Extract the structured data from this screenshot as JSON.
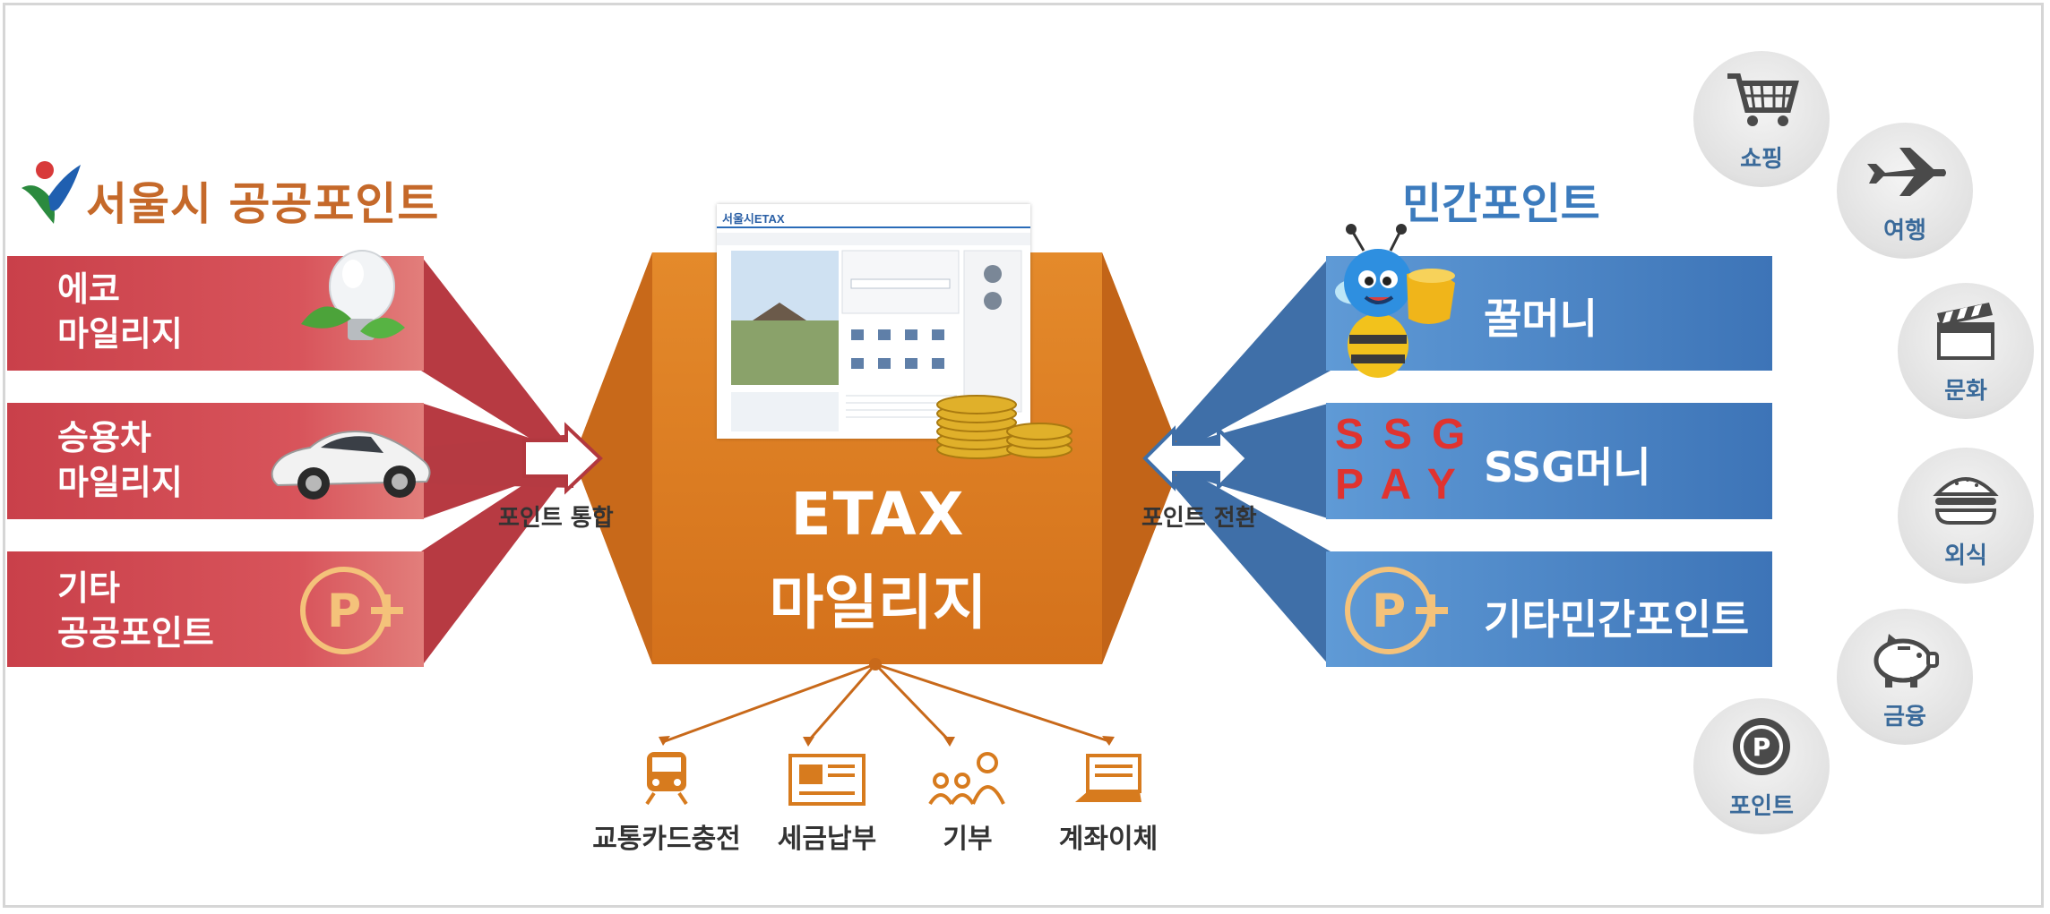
{
  "seoul": {
    "title": "서울시 공공포인트",
    "items": [
      {
        "line1": "에코",
        "line2": "마일리지",
        "icon": "lightbulb-icon"
      },
      {
        "line1": "승용차",
        "line2": "마일리지",
        "icon": "car-icon"
      },
      {
        "line1": "기타",
        "line2": "공공포인트",
        "icon": "point-plus-icon"
      }
    ]
  },
  "center": {
    "line1": "ETAX",
    "line2": "마일리지",
    "integrate_label": "포인트 통합",
    "convert_label": "포인트 전환",
    "screenshot_title": "서울시ETAX"
  },
  "private": {
    "title": "민간포인트",
    "items": [
      {
        "label": "꿀머니",
        "icon": "bee-mascot-icon"
      },
      {
        "label": "SSG머니",
        "logo_line1": "SSG",
        "logo_line2": "PAY"
      },
      {
        "label": "기타민간포인트",
        "icon": "point-plus-icon"
      }
    ]
  },
  "uses": [
    {
      "label": "교통카드충전",
      "icon": "train-icon"
    },
    {
      "label": "세금납부",
      "icon": "newspaper-icon"
    },
    {
      "label": "기부",
      "icon": "people-icon"
    },
    {
      "label": "계좌이체",
      "icon": "laptop-icon"
    }
  ],
  "categories": [
    {
      "label": "쇼핑",
      "icon": "shopping-cart-icon"
    },
    {
      "label": "여행",
      "icon": "airplane-icon"
    },
    {
      "label": "문화",
      "icon": "clapperboard-icon"
    },
    {
      "label": "외식",
      "icon": "burger-icon"
    },
    {
      "label": "금융",
      "icon": "piggy-bank-icon"
    },
    {
      "label": "포인트",
      "icon": "point-coin-icon"
    }
  ],
  "colors": {
    "red": "#c8444c",
    "orange": "#d97a1f",
    "blue": "#4f8ac8",
    "title_orange": "#c5692a",
    "title_blue": "#3c7bbd"
  }
}
